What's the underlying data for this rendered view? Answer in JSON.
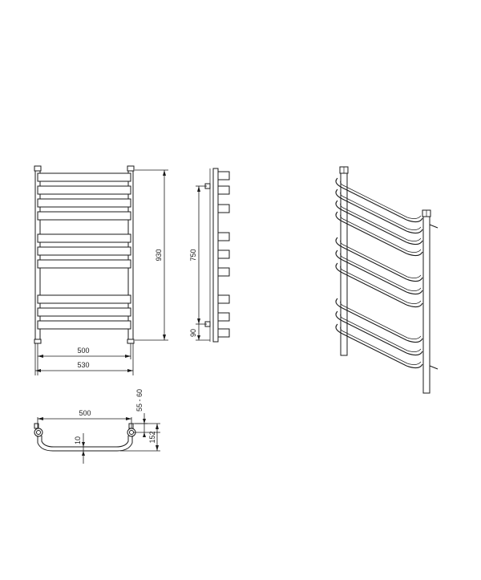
{
  "front_view": {
    "dim_height": "930",
    "dim_inner_width": "500",
    "dim_outer_width": "530"
  },
  "side_view": {
    "dim_axis": "750",
    "dim_bottom": "90"
  },
  "top_view": {
    "dim_width": "500",
    "dim_wall": "55 - 60",
    "dim_depth": "152",
    "dim_tube": "10"
  },
  "colors": {
    "line": "#1a1a1a",
    "background": "#ffffff"
  }
}
